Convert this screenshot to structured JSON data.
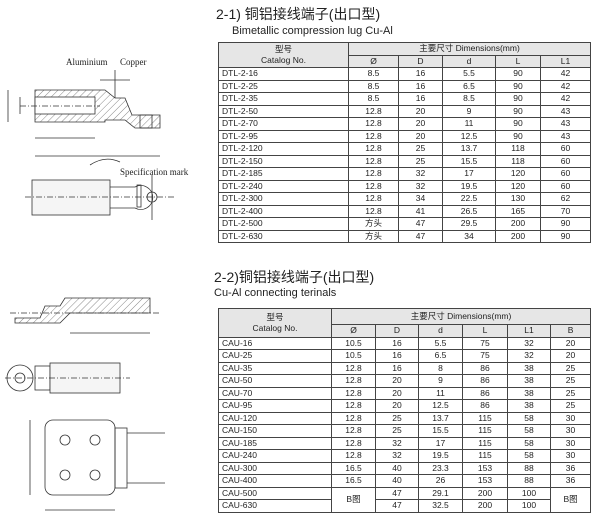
{
  "section1": {
    "title": "2-1) 铜铝接线端子(出口型)",
    "subtitle": "Bimetallic compression lug Cu-Al",
    "header": {
      "catalog_cn": "型号",
      "catalog_en": "Catalog No.",
      "dimensions": "主要尺寸 Dimensions(mm)",
      "columns": [
        "Ø",
        "D",
        "d",
        "L",
        "L1"
      ]
    },
    "rows": [
      [
        "DTL-2-16",
        "8.5",
        "16",
        "5.5",
        "90",
        "42"
      ],
      [
        "DTL-2-25",
        "8.5",
        "16",
        "6.5",
        "90",
        "42"
      ],
      [
        "DTL-2-35",
        "8.5",
        "16",
        "8.5",
        "90",
        "42"
      ],
      [
        "DTL-2-50",
        "12.8",
        "20",
        "9",
        "90",
        "43"
      ],
      [
        "DTL-2-70",
        "12.8",
        "20",
        "11",
        "90",
        "43"
      ],
      [
        "DTL-2-95",
        "12.8",
        "20",
        "12.5",
        "90",
        "43"
      ],
      [
        "DTL-2-120",
        "12.8",
        "25",
        "13.7",
        "118",
        "60"
      ],
      [
        "DTL-2-150",
        "12.8",
        "25",
        "15.5",
        "118",
        "60"
      ],
      [
        "DTL-2-185",
        "12.8",
        "32",
        "17",
        "120",
        "60"
      ],
      [
        "DTL-2-240",
        "12.8",
        "32",
        "19.5",
        "120",
        "60"
      ],
      [
        "DTL-2-300",
        "12.8",
        "34",
        "22.5",
        "130",
        "62"
      ],
      [
        "DTL-2-400",
        "12.8",
        "41",
        "26.5",
        "165",
        "70"
      ],
      [
        "DTL-2-500",
        "方头",
        "47",
        "29.5",
        "200",
        "90"
      ],
      [
        "DTL-2-630",
        "方头",
        "47",
        "34",
        "200",
        "90"
      ]
    ]
  },
  "section2": {
    "title": "2-2)铜铝接线端子(出口型)",
    "subtitle": "Cu-Al connecting terinals",
    "header": {
      "catalog_cn": "型号",
      "catalog_en": "Catalog No.",
      "dimensions": "主要尺寸 Dimensions(mm)",
      "columns": [
        "Ø",
        "D",
        "d",
        "L",
        "L1",
        "B"
      ]
    },
    "rows": [
      [
        "CAU-16",
        "10.5",
        "16",
        "5.5",
        "75",
        "32",
        "20"
      ],
      [
        "CAU-25",
        "10.5",
        "16",
        "6.5",
        "75",
        "32",
        "20"
      ],
      [
        "CAU-35",
        "12.8",
        "16",
        "8",
        "86",
        "38",
        "25"
      ],
      [
        "CAU-50",
        "12.8",
        "20",
        "9",
        "86",
        "38",
        "25"
      ],
      [
        "CAU-70",
        "12.8",
        "20",
        "11",
        "86",
        "38",
        "25"
      ],
      [
        "CAU-95",
        "12.8",
        "20",
        "12.5",
        "86",
        "38",
        "25"
      ],
      [
        "CAU-120",
        "12.8",
        "25",
        "13.7",
        "115",
        "58",
        "30"
      ],
      [
        "CAU-150",
        "12.8",
        "25",
        "15.5",
        "115",
        "58",
        "30"
      ],
      [
        "CAU-185",
        "12.8",
        "32",
        "17",
        "115",
        "58",
        "30"
      ],
      [
        "CAU-240",
        "12.8",
        "32",
        "19.5",
        "115",
        "58",
        "30"
      ],
      [
        "CAU-300",
        "16.5",
        "40",
        "23.3",
        "153",
        "88",
        "36"
      ],
      [
        "CAU-400",
        "16.5",
        "40",
        "26",
        "153",
        "88",
        "36"
      ],
      [
        "CAU-500",
        "B图",
        "47",
        "29.1",
        "200",
        "100",
        "B图"
      ],
      [
        "CAU-630",
        "",
        "47",
        "32.5",
        "200",
        "100",
        ""
      ]
    ]
  },
  "drawing": {
    "aluminium": "Aluminium",
    "copper": "Copper",
    "spec_mark": "Specification mark"
  }
}
